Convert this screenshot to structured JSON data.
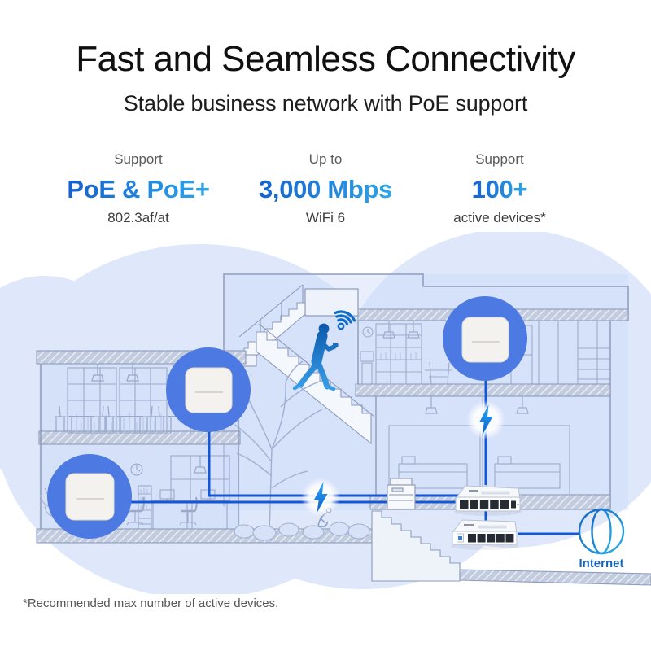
{
  "header": {
    "title": "Fast and Seamless Connectivity",
    "subtitle": "Stable business network with PoE support"
  },
  "stats": [
    {
      "label": "Support",
      "value": "PoE & PoE+",
      "sub": "802.3af/at"
    },
    {
      "label": "Up to",
      "value": "3,000 Mbps",
      "sub": "WiFi 6"
    },
    {
      "label": "Support",
      "value": "100+",
      "sub": "active devices*"
    }
  ],
  "diagram": {
    "internet_label": "Internet",
    "access_point_count": 3,
    "switch_count": 2,
    "poe_bolt_count": 2,
    "colors": {
      "stat_gradient_start": "#1561cf",
      "stat_gradient_end": "#2ea7e8",
      "cable_blue": "#1457d8",
      "ap_circle_blue": "#4c79e2",
      "bolt_blue": "#1e88e5",
      "internet_label_blue": "#1565c0",
      "cloud_background": "#dfe7fb",
      "lineart_blue_gray": "#8d9cbc"
    }
  },
  "footnote": "*Recommended max number of active devices."
}
